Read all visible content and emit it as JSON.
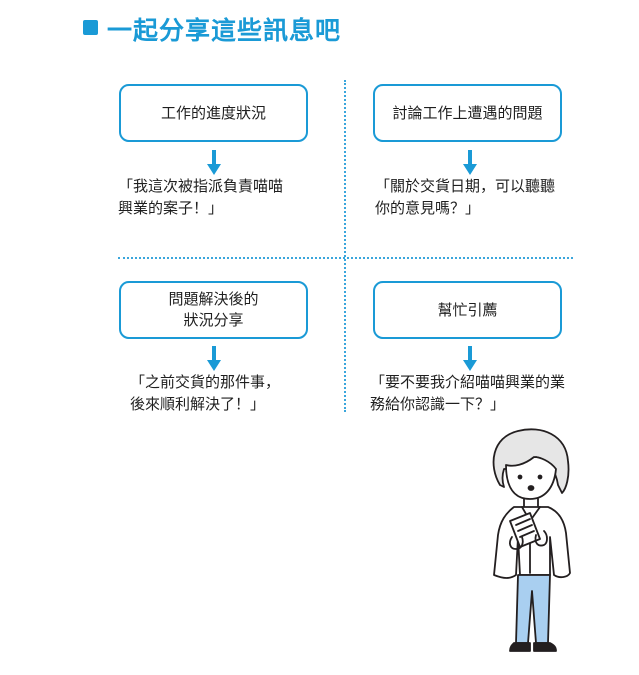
{
  "title": "一起分享這些訊息吧",
  "quadrants": [
    {
      "box_lines": [
        "工作的進度狀況"
      ],
      "quote_lines": [
        "「我這次被指派負責喵喵",
        "興業的案子！」"
      ]
    },
    {
      "box_lines": [
        "討論工作上遭遇的問題"
      ],
      "quote_lines": [
        "「關於交貨日期，可以聽聽",
        "你的意見嗎？」"
      ]
    },
    {
      "box_lines": [
        "問題解決後的",
        "狀況分享"
      ],
      "quote_lines": [
        "「之前交貨的那件事，",
        "後來順利解決了！」"
      ]
    },
    {
      "box_lines": [
        "幫忙引薦"
      ],
      "quote_lines": [
        "「要不要我介紹喵喵興業的業",
        "務給你認識一下？」"
      ]
    }
  ],
  "colors": {
    "accent": "#1a9ad6",
    "text": "#1f1f1f",
    "pants": "#a9cff0",
    "shirt": "#ffffff",
    "hair": "#e6e6e6"
  },
  "icons": [
    "title-square-icon",
    "down-arrow-icon",
    "person-illustration"
  ]
}
